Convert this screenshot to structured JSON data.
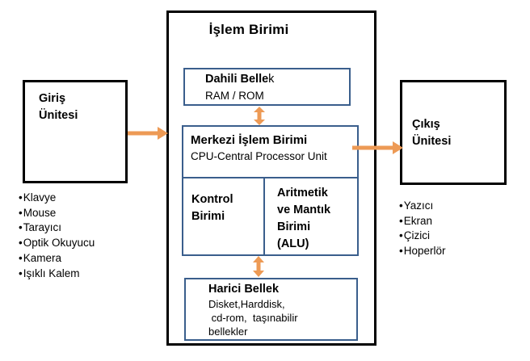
{
  "diagram": {
    "title": "İşlem Birimi",
    "input_unit": {
      "title_line1": "Giriş",
      "title_line2": "Ünitesi",
      "items": [
        "Klavye",
        "Mouse",
        "Tarayıcı",
        "Optik Okuyucu",
        "Kamera",
        "Işıklı Kalem"
      ]
    },
    "output_unit": {
      "title_line1": "Çıkış",
      "title_line2": "Ünitesi",
      "items": [
        "Yazıcı",
        "Ekran",
        "Çizici",
        "Hoperlör"
      ]
    },
    "internal_memory": {
      "title_bold": "Dahili Belle",
      "title_tail": "k",
      "subtitle": "RAM / ROM"
    },
    "cpu": {
      "title": "Merkezi İşlem Birimi",
      "subtitle": "CPU-Central Processor Unit",
      "control_unit_lines": [
        "Kontrol",
        "Birimi"
      ],
      "alu_lines": [
        "Aritmetik",
        "ve Mantık",
        "Birimi",
        "(ALU)"
      ]
    },
    "external_memory": {
      "title": "Harici Bellek",
      "lines": [
        "Disket,Harddisk,",
        " cd-rom,  taşınabilir",
        "bellekler"
      ]
    },
    "colors": {
      "box_border_blue": "#3A5E8C",
      "arrow_orange": "#ED9A55",
      "outer_border_black": "#000000"
    }
  }
}
